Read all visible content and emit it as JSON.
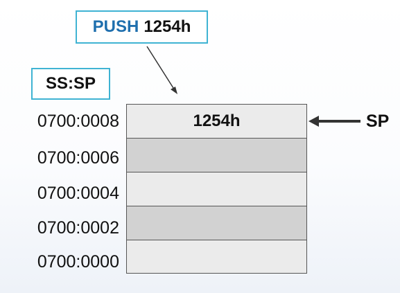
{
  "instruction": {
    "opcode": "PUSH",
    "operand": "1254h"
  },
  "register_label": "SS:SP",
  "stack": {
    "cells": [
      {
        "address": "0700:0008",
        "value": "1254h",
        "shade": "light"
      },
      {
        "address": "0700:0006",
        "value": "",
        "shade": "dark"
      },
      {
        "address": "0700:0004",
        "value": "",
        "shade": "light"
      },
      {
        "address": "0700:0002",
        "value": "",
        "shade": "dark"
      },
      {
        "address": "0700:0000",
        "value": "",
        "shade": "light"
      }
    ]
  },
  "pointer_label": "SP",
  "colors": {
    "box_border": "#3fb3d3",
    "opcode_text": "#1f6fae",
    "cell_light": "#ebebeb",
    "cell_dark": "#d2d2d2"
  }
}
